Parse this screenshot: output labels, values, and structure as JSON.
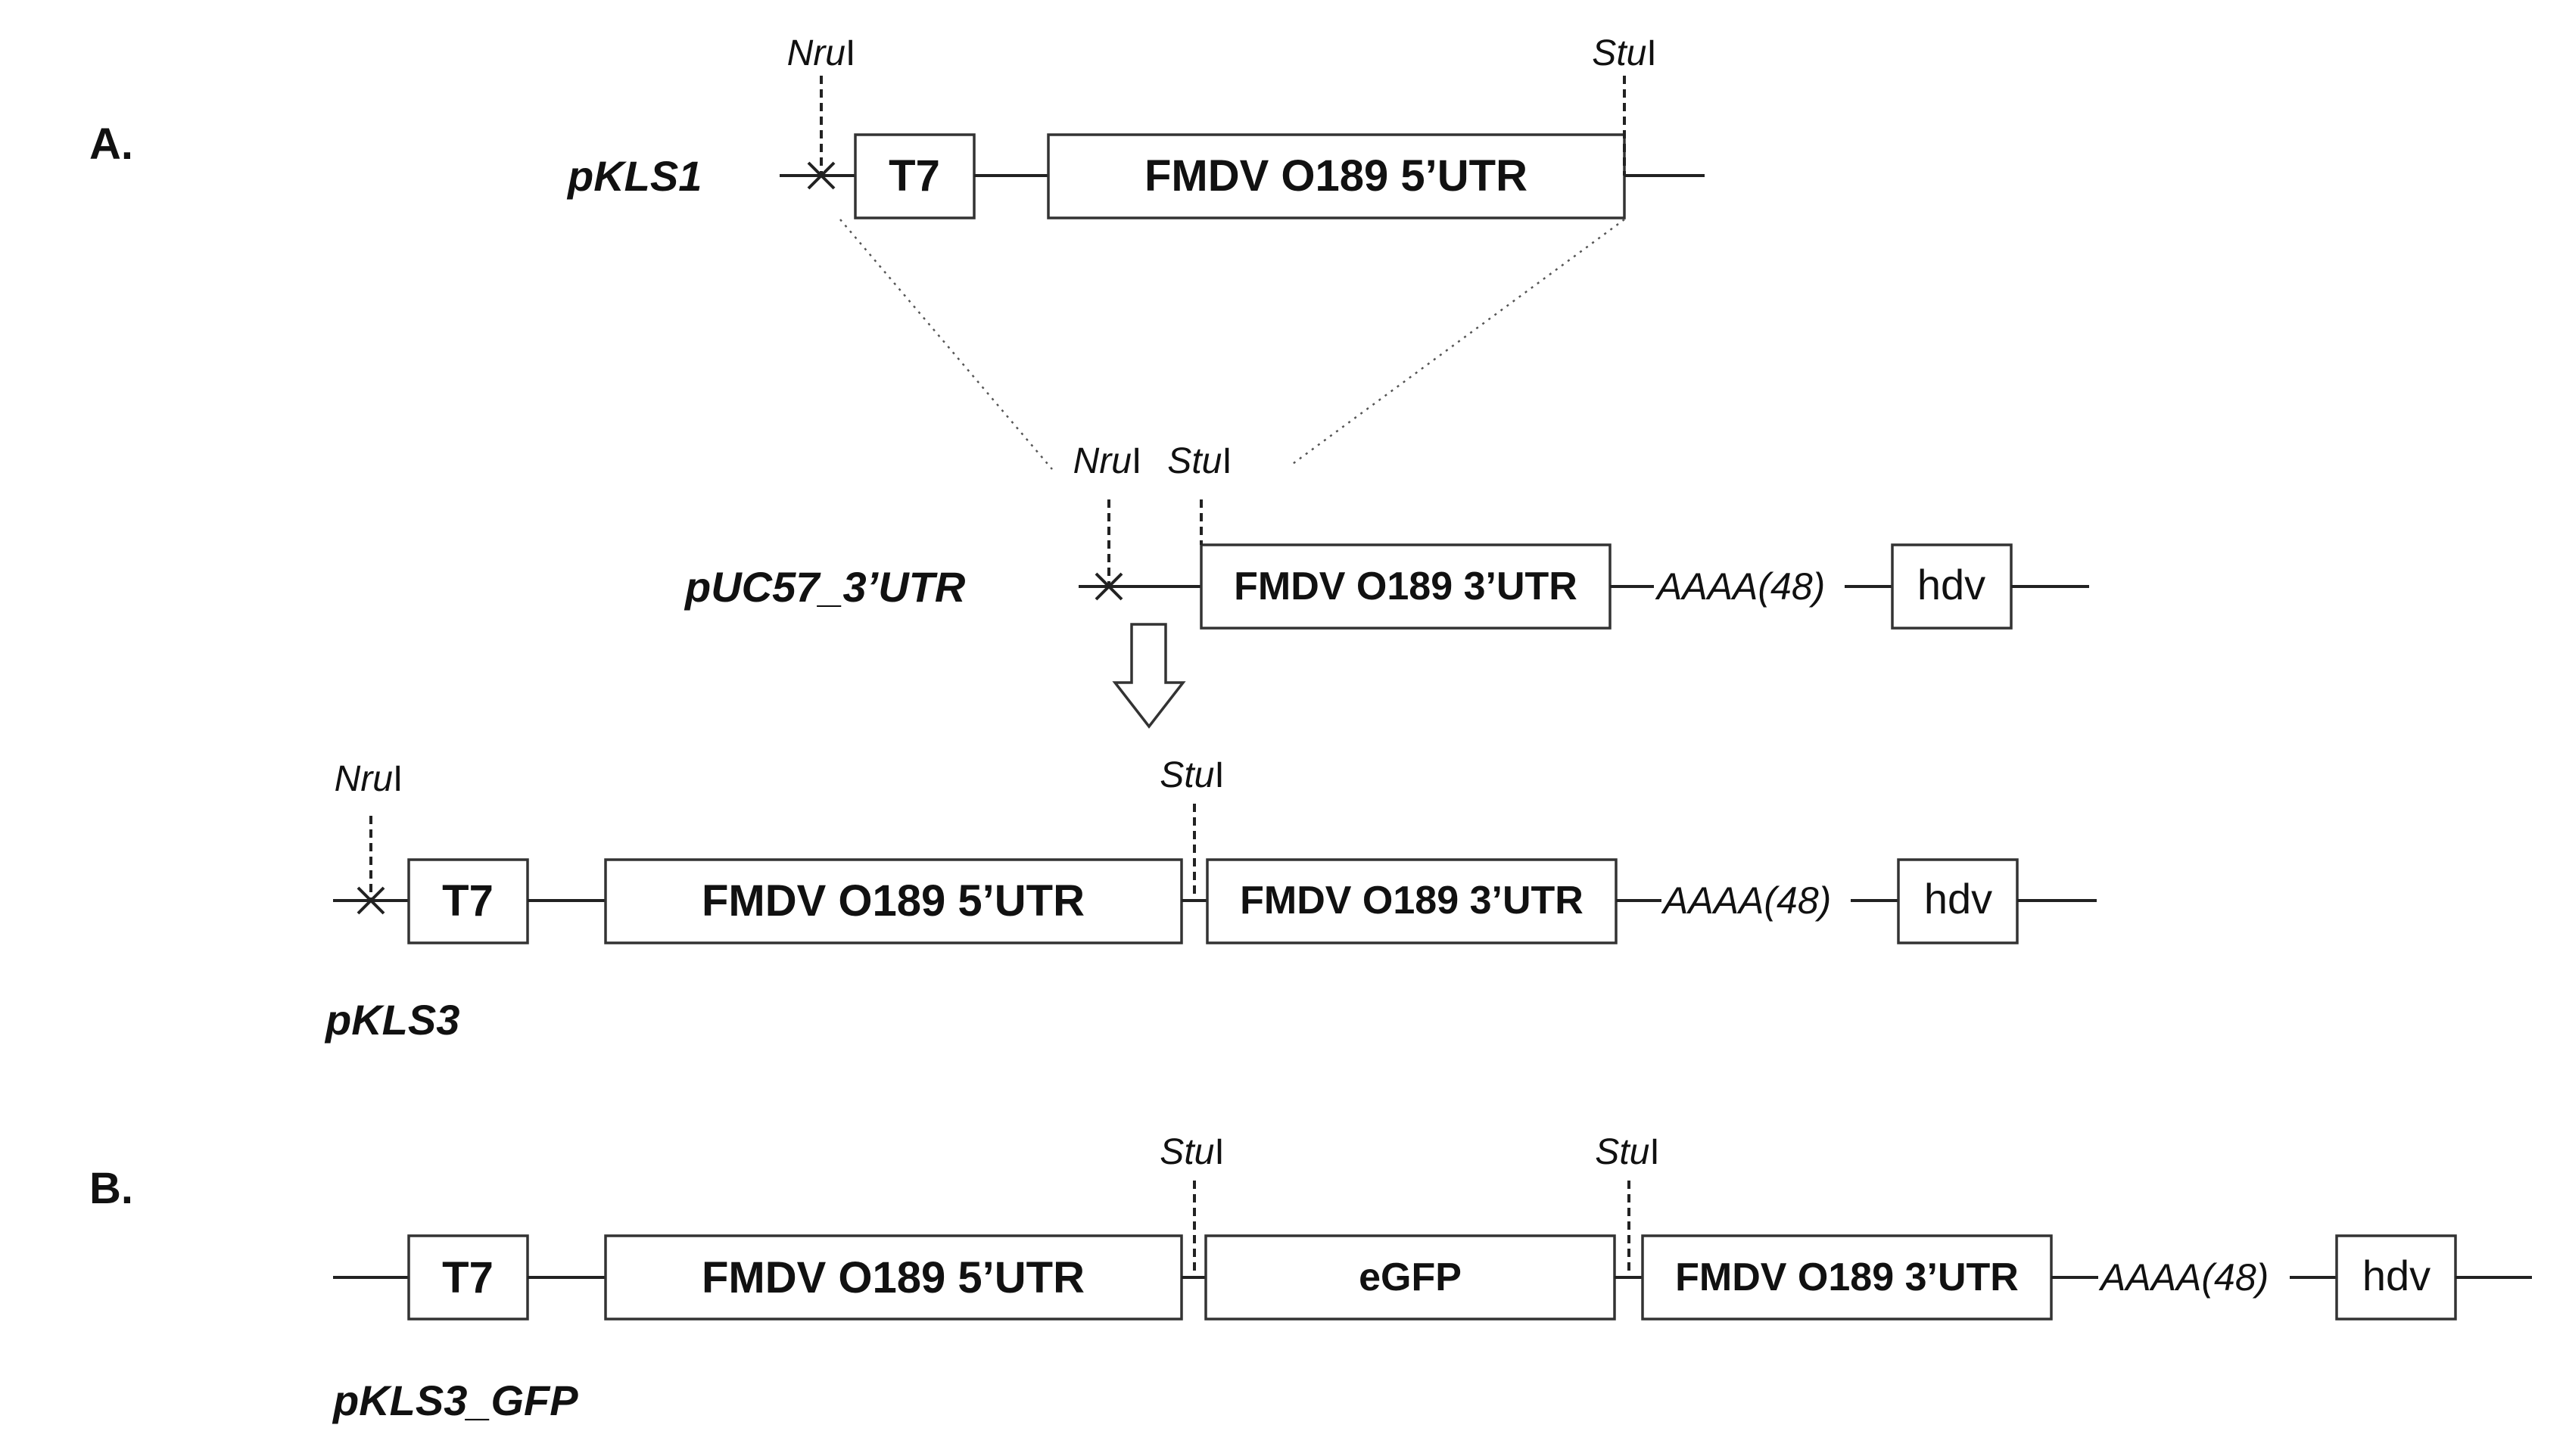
{
  "panels": {
    "a": "A.",
    "b": "B."
  },
  "plasmids": {
    "pkls1": "pKLS1",
    "puc57": "pUC57_3’UTR",
    "pkls3": "pKLS3",
    "pkls3_gfp": "pKLS3_GFP"
  },
  "elements": {
    "t7": "T7",
    "utr5": "FMDV O189  5’UTR",
    "utr3": "FMDV O189 3’UTR",
    "egfp": "eGFP",
    "polya": "AAAA(48)",
    "hdv": "hdv"
  },
  "sites": {
    "nru_italic": "Nru",
    "nru_roman": "I",
    "stu_italic": "Stu",
    "stu_roman": "I"
  }
}
